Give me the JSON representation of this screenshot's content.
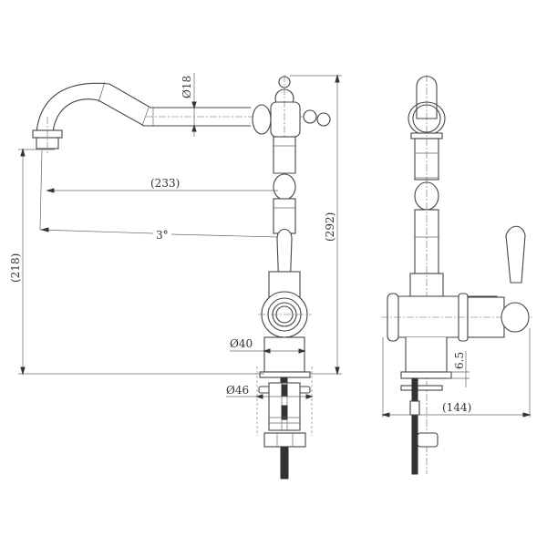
{
  "drawing": {
    "title": "Faucet technical drawing",
    "views": [
      "side-view",
      "front-view"
    ],
    "dimensions": {
      "spout_diameter": "Ø18",
      "reach": "(233)",
      "spout_angle": "3°",
      "spout_height": "(218)",
      "total_height": "(292)",
      "base_diameter": "Ø40",
      "mount_diameter": "Ø46",
      "plate_thickness": "6.5",
      "total_width": "(144)"
    },
    "colors": {
      "line": "#444444",
      "background": "#ffffff"
    }
  }
}
